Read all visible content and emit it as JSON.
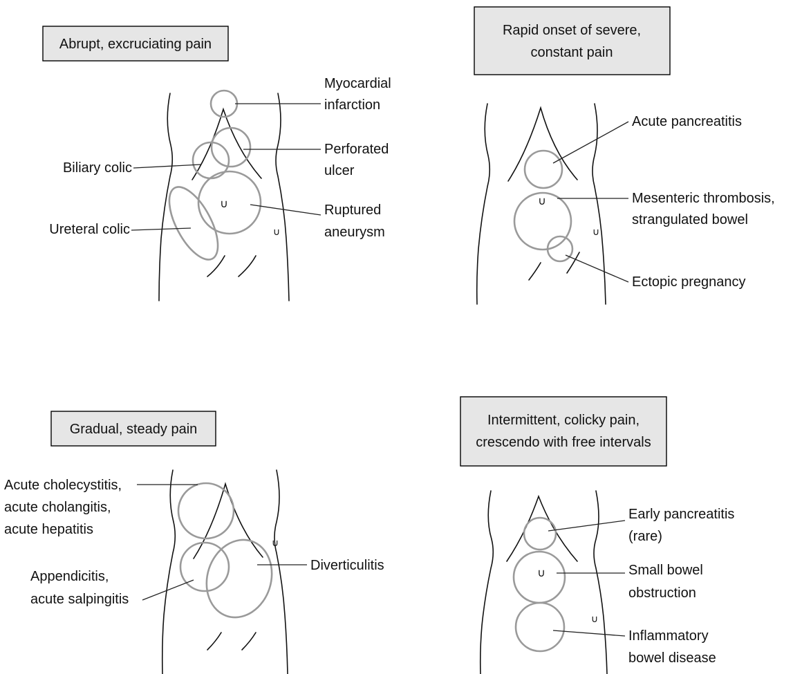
{
  "panels": {
    "abrupt": {
      "title": [
        "Abrupt, excruciating pain"
      ],
      "labels": {
        "myocardial_infarction": [
          "Myocardial",
          "infarction"
        ],
        "perforated_ulcer": [
          "Perforated",
          "ulcer"
        ],
        "ruptured_aneurysm": [
          "Ruptured",
          "aneurysm"
        ],
        "biliary_colic": [
          "Biliary colic"
        ],
        "ureteral_colic": [
          "Ureteral colic"
        ]
      }
    },
    "rapid": {
      "title": [
        "Rapid onset of severe,",
        "constant pain"
      ],
      "labels": {
        "acute_pancreatitis": [
          "Acute pancreatitis"
        ],
        "mesenteric_thrombosis": [
          "Mesenteric thrombosis,",
          "strangulated bowel"
        ],
        "ectopic_pregnancy": [
          "Ectopic pregnancy"
        ]
      }
    },
    "gradual": {
      "title": [
        "Gradual, steady pain"
      ],
      "labels": {
        "cholecystitis": [
          "Acute cholecystitis,",
          "acute cholangitis,",
          "acute hepatitis"
        ],
        "appendicitis": [
          "Appendicitis,",
          "acute salpingitis"
        ],
        "diverticulitis": [
          "Diverticulitis"
        ]
      }
    },
    "intermittent": {
      "title": [
        "Intermittent, colicky pain,",
        "crescendo with free intervals"
      ],
      "labels": {
        "early_pancreatitis": [
          "Early pancreatitis",
          "(rare)"
        ],
        "small_bowel": [
          "Small bowel",
          "obstruction"
        ],
        "ibd": [
          "Inflammatory",
          "bowel disease"
        ]
      }
    }
  }
}
